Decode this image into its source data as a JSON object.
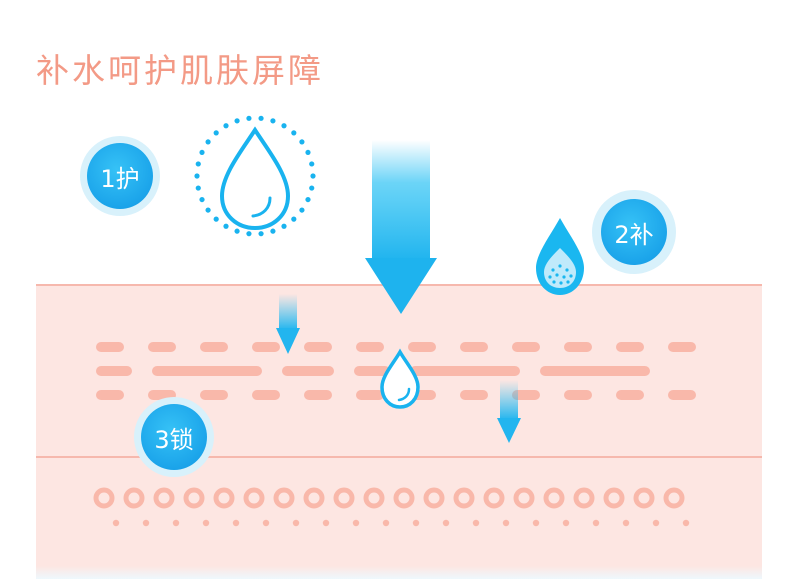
{
  "title": "补水呵护肌肤屏障",
  "steps": [
    {
      "label": "1护"
    },
    {
      "label": "2补"
    },
    {
      "label": "3锁"
    }
  ],
  "colors": {
    "title": "#f39a86",
    "skin": "#fde6e2",
    "skin_border": "#f6b8ad",
    "dash": "#f9b8aa",
    "badge": "#1ba4ea",
    "badge_halo": "#d8f1fb",
    "drop": "#1ab7f0",
    "arrow": "#2cc2f4"
  },
  "icons": [
    "water-drop-icon",
    "dotted-ring-icon",
    "down-arrow-icon",
    "particle-drop-icon"
  ]
}
